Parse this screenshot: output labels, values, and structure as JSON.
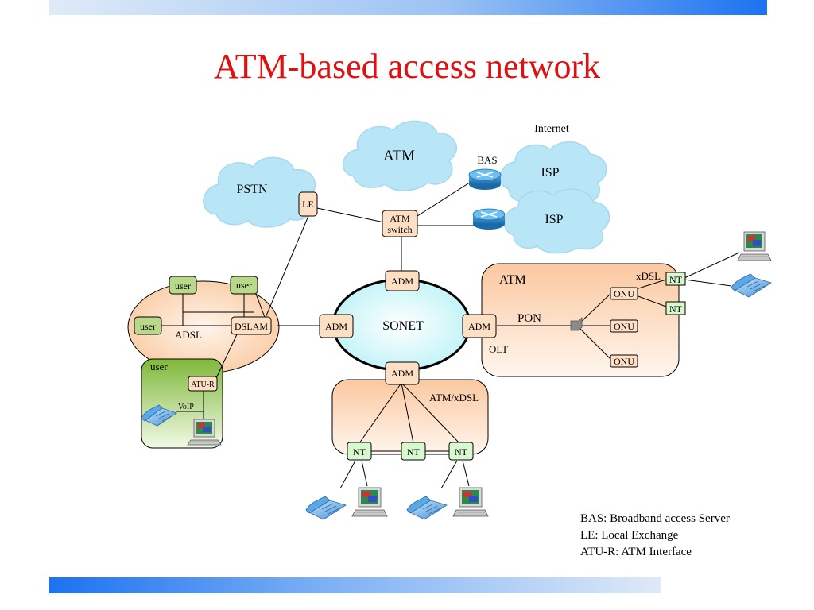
{
  "slide": {
    "title": "ATM-based access network"
  },
  "clouds": {
    "pstn": "PSTN",
    "atm": "ATM",
    "isp_top": "ISP",
    "isp_bottom": "ISP",
    "internet": "Internet"
  },
  "labels": {
    "bas": "BAS",
    "le": "LE",
    "atm_switch_line1": "ATM",
    "atm_switch_line2": "switch",
    "adm_top": "ADM",
    "adm_left": "ADM",
    "adm_right": "ADM",
    "adm_bottom": "ADM",
    "sonet": "SONET",
    "dslam": "DSLAM",
    "adsl": "ADSL",
    "user_1": "user",
    "user_2": "user",
    "user_3": "user",
    "user_box": "user",
    "atu_r": "ATU-R",
    "voip": "VoIP",
    "atm_region": "ATM",
    "xdsl": "xDSL",
    "pon": "PON",
    "olt": "OLT",
    "onu_1": "ONU",
    "onu_2": "ONU",
    "onu_3": "ONU",
    "nt_right_1": "NT",
    "nt_right_2": "NT",
    "atm_xdsl": "ATM/xDSL",
    "nt_bottom_1": "NT",
    "nt_bottom_2": "NT",
    "nt_bottom_3": "NT"
  },
  "legend": [
    "BAS: Broadband access Server",
    "LE: Local Exchange",
    "ATU-R: ATM Interface"
  ],
  "icons": [
    "router-icon",
    "telephone-icon",
    "computer-icon",
    "splitter-icon",
    "cloud-icon"
  ],
  "colors": {
    "title": "#e01010",
    "cloud": "#c9eefa",
    "region_orange": "#fbd4b4",
    "box_orange": "#fde0c4",
    "user_green": "#b8d98a",
    "nt_green": "#d8f8d0",
    "sonet": "#e4fbfb"
  }
}
